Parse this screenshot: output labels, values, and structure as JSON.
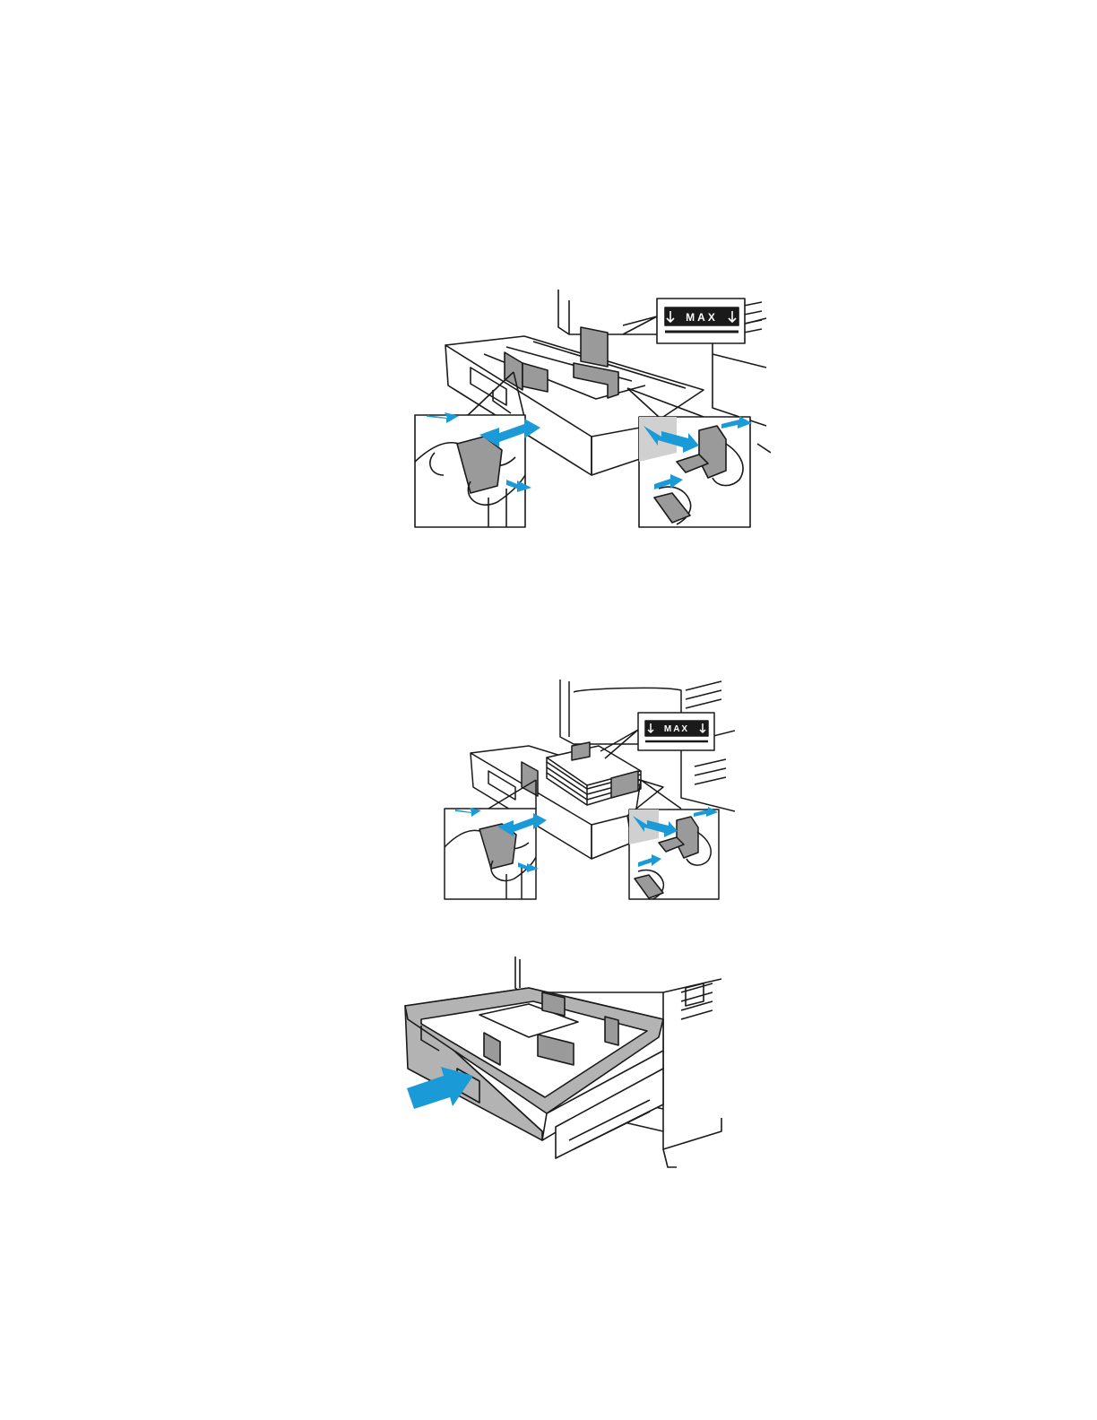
{
  "figures": [
    {
      "id": "adjust-guides",
      "max_label": "MAX",
      "accent_color": "#1a9bd7"
    },
    {
      "id": "load-paper",
      "max_label": "MAX",
      "accent_color": "#1a9bd7"
    },
    {
      "id": "close-tray",
      "accent_color": "#1a9bd7"
    }
  ]
}
